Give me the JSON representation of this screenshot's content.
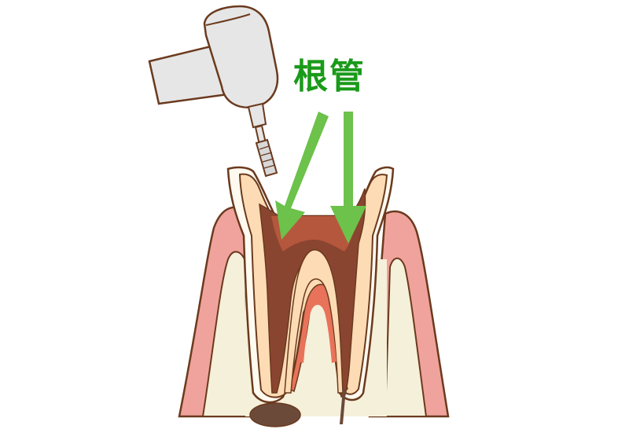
{
  "diagram": {
    "title_label": "根管",
    "subject": "root canal treatment illustration",
    "elements": [
      {
        "name": "dental-handpiece",
        "description": "dental drill handpiece with bur"
      },
      {
        "name": "tooth-cross-section",
        "description": "molar with two roots"
      },
      {
        "name": "root-canal-arrow-left",
        "description": "green arrow pointing to left canal"
      },
      {
        "name": "root-canal-arrow-right",
        "description": "green arrow pointing to right canal"
      },
      {
        "name": "gum",
        "description": "pink gingiva"
      },
      {
        "name": "bone",
        "description": "cream alveolar bone"
      },
      {
        "name": "periapical-lesion",
        "description": "dark oval at left root apex"
      }
    ]
  },
  "colors": {
    "background": "#ffffff",
    "label_green": "#1a9a1a",
    "arrow_green": "#6cc24a",
    "outline": "#6b3a1e",
    "handpiece_gray": "#e6e6e6",
    "gum_pink": "#f0a39c",
    "bone_cream": "#f5f0da",
    "enamel": "#fffaf0",
    "dentin": "#fddcb5",
    "pulp_dark": "#8a4530",
    "pulp_red": "#e8735a",
    "infected_canal": "#6b4a3a"
  }
}
